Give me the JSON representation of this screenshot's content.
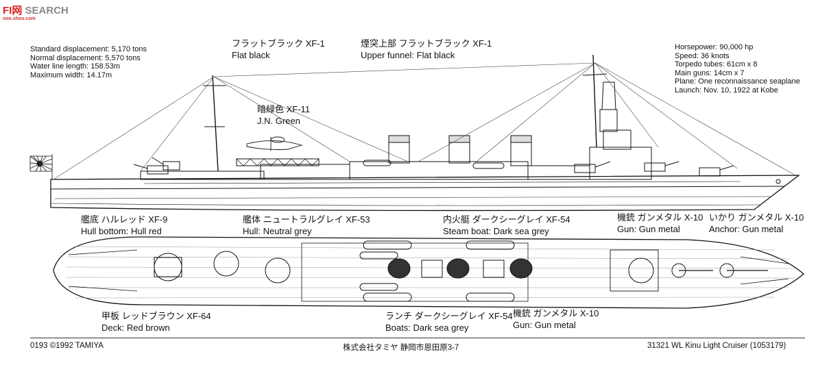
{
  "watermark": {
    "brand": "FI",
    "brand_cn": "网",
    "word": "SEARCH",
    "url": "ooo.shou.com"
  },
  "specs_left": [
    "Standard displacement: 5,170 tons",
    "Normal displacement: 5,570 tons",
    "Water line length: 158.53m",
    "Maximum width: 14.17m"
  ],
  "specs_right": [
    "Horsepower: 90,000 hp",
    "Speed: 36 knots",
    "Torpedo tubes: 61cm x 8",
    "Main guns: 14cm x 7",
    "Plane: One reconnaissance seaplane",
    "Launch: Nov. 10, 1922 at Kobe"
  ],
  "callouts": {
    "flat_black": {
      "jp": "フラットブラック XF-1",
      "en": "Flat black"
    },
    "upper_funnel": {
      "jp": "煙突上部 フラットブラック XF-1",
      "en": "Upper funnel: Flat black"
    },
    "jn_green": {
      "jp": "暗緑色 XF-11",
      "en": "J.N. Green"
    },
    "hull_bottom": {
      "jp": "艦底 ハルレッド XF-9",
      "en": "Hull bottom: Hull red"
    },
    "hull": {
      "jp": "艦体 ニュートラルグレイ XF-53",
      "en": "Hull: Neutral grey"
    },
    "steam_boat": {
      "jp": "内火艇 ダークシーグレイ XF-54",
      "en": "Steam boat: Dark sea grey"
    },
    "gun_top": {
      "jp": "機銃 ガンメタル X-10",
      "en": "Gun: Gun metal"
    },
    "anchor": {
      "jp": "いかり ガンメタル X-10",
      "en": "Anchor: Gun metal"
    },
    "deck": {
      "jp": "甲板 レッドブラウン XF-64",
      "en": "Deck: Red brown"
    },
    "boats": {
      "jp": "ランチ ダークシーグレイ XF-54",
      "en": "Boats: Dark sea grey"
    },
    "gun_bottom": {
      "jp": "機銃 ガンメタル X-10",
      "en": "Gun: Gun metal"
    }
  },
  "footer": {
    "code": "0193",
    "copyright": "©1992 TAMIYA",
    "company": "株式会社タミヤ 静岡市恩田原3-7",
    "product": "31321 WL Kinu Light Cruiser (1053179)"
  },
  "colors": {
    "ink": "#111111",
    "flag_red": "#222222",
    "watermark_red": "#d22222"
  }
}
